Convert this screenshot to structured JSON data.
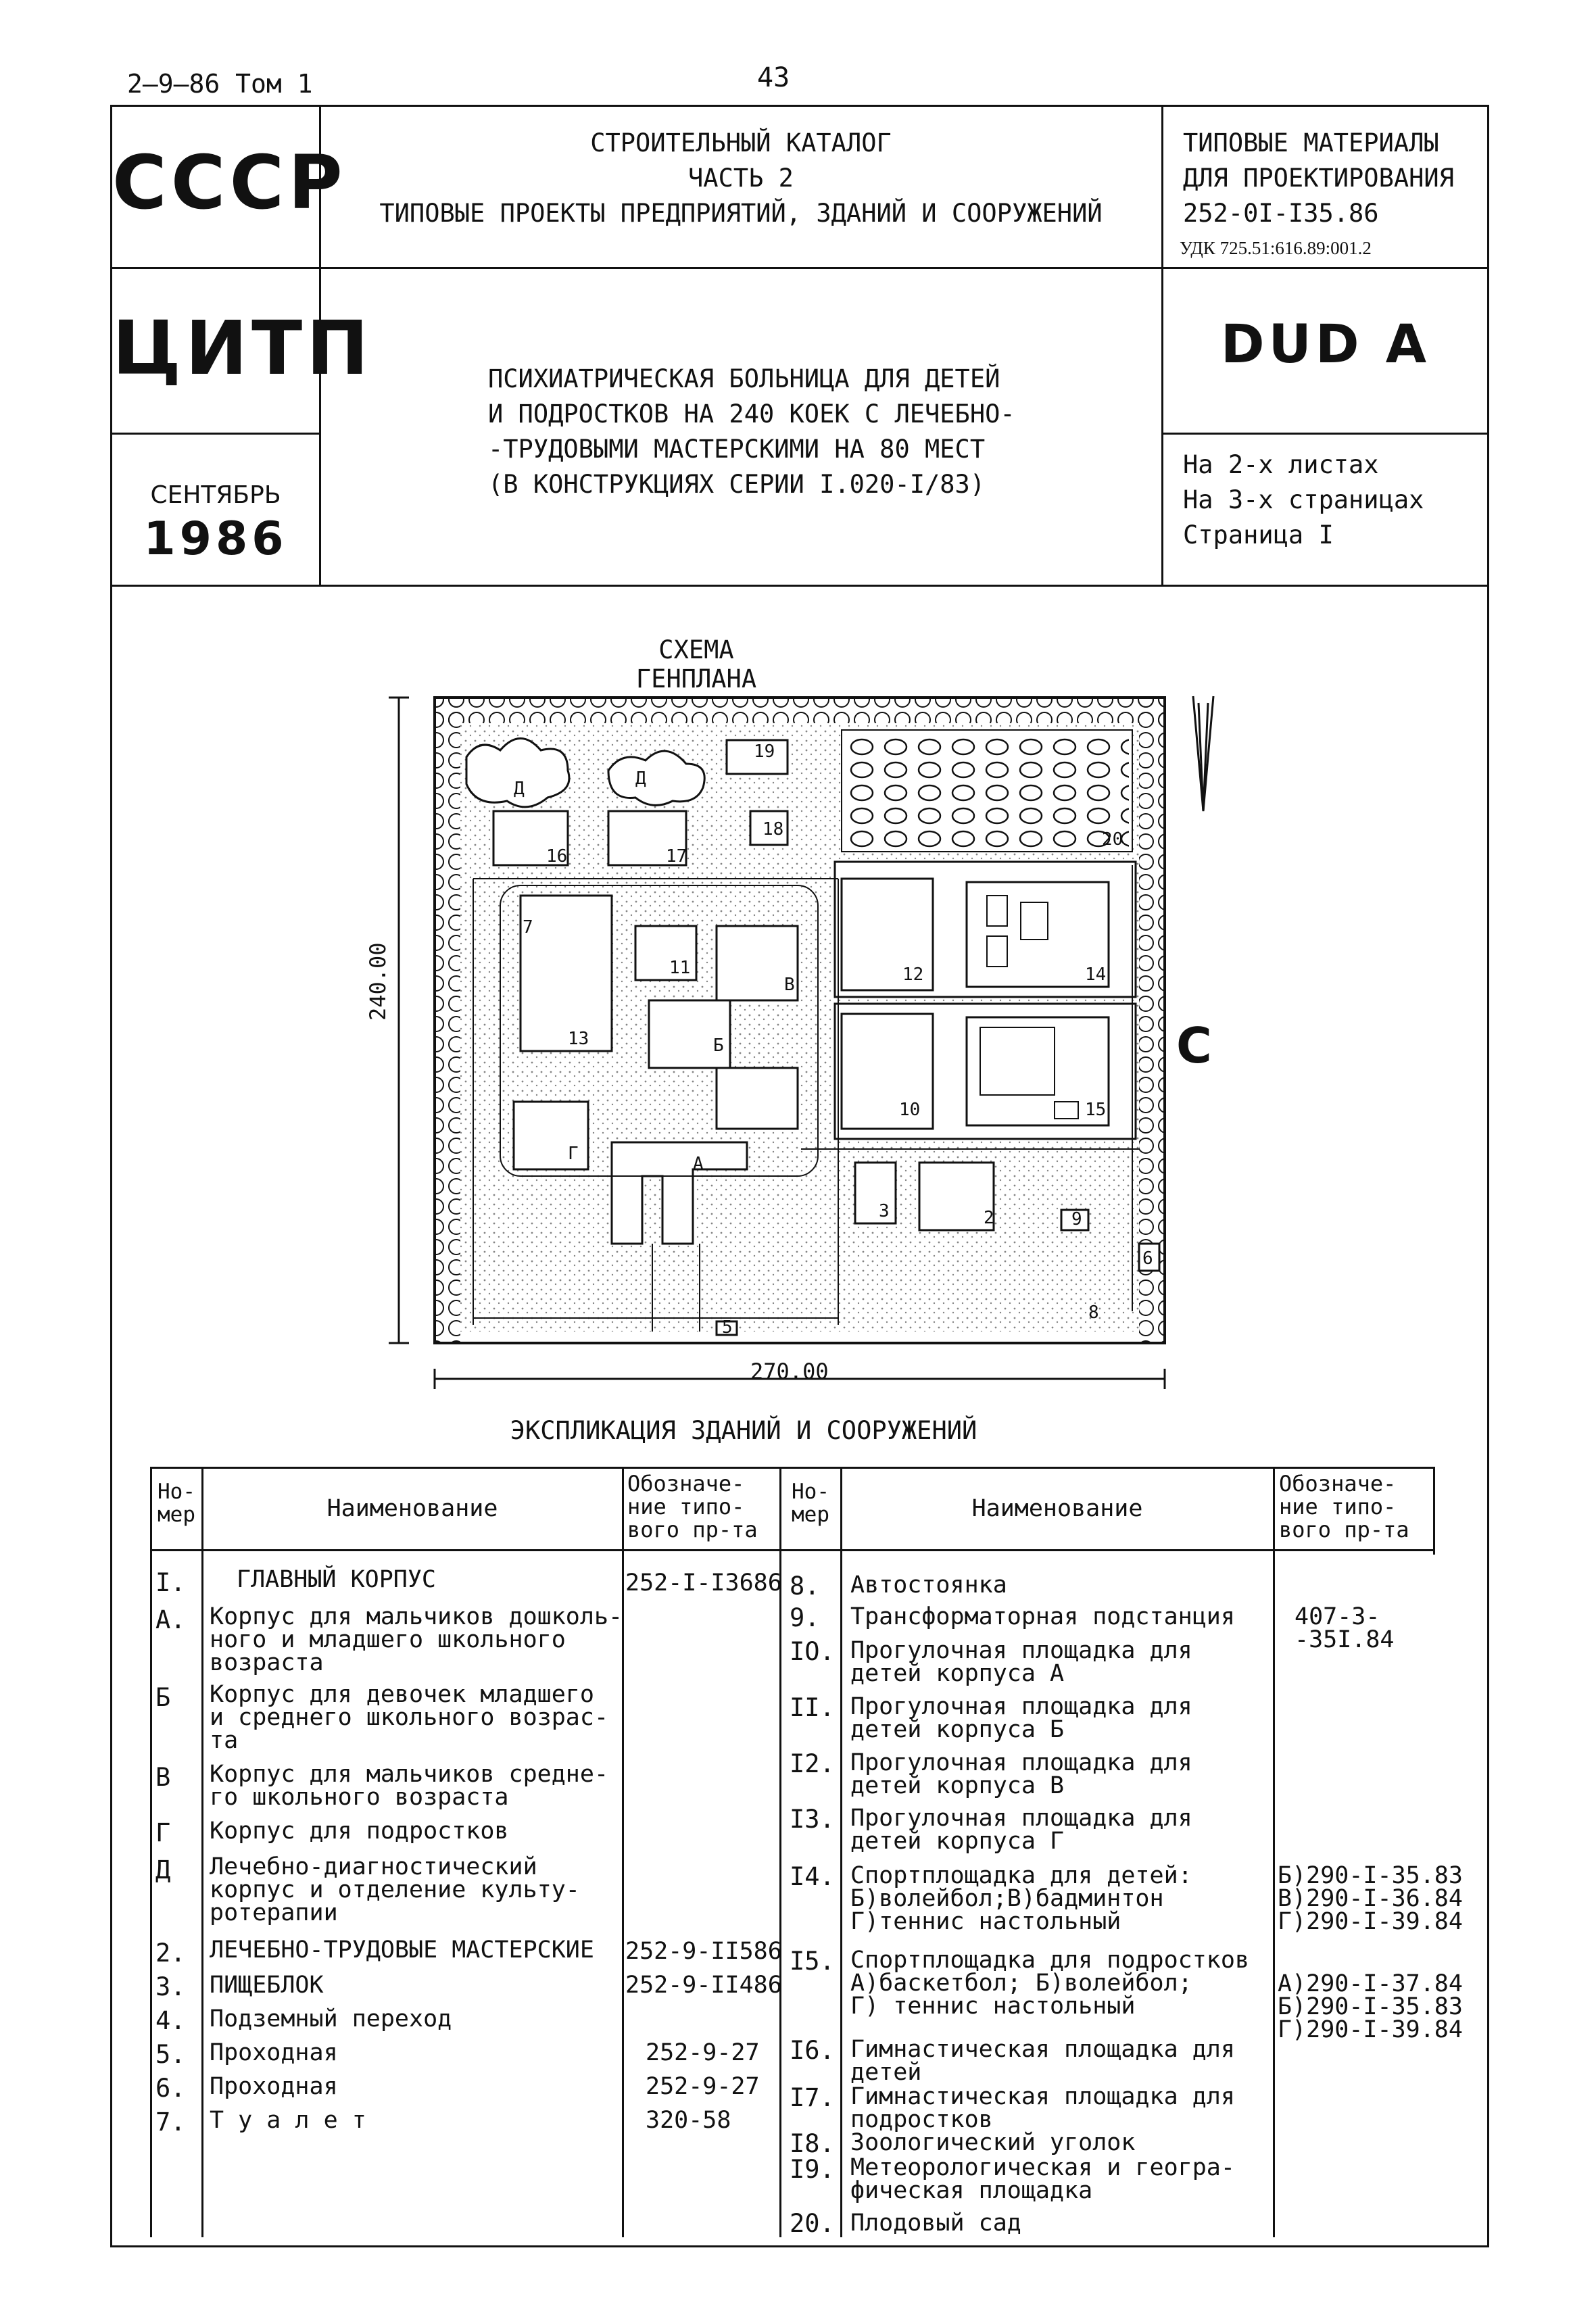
{
  "top": {
    "ref": "2–9–86 Том 1",
    "page_number": "43"
  },
  "header": {
    "country": "СССР",
    "org": "ЦИТП",
    "month": "СЕНТЯБРЬ",
    "year": "1986",
    "catalog_lines": [
      "СТРОИТЕЛЬНЫЙ КАТАЛОГ",
      "ЧАСТЬ 2",
      "ТИПОВЫЕ ПРОЕКТЫ ПРЕДПРИЯТИЙ, ЗДАНИЙ И СООРУЖЕНИЙ"
    ],
    "materials_lines": [
      "ТИПОВЫЕ МАТЕРИАЛЫ",
      "ДЛЯ ПРОЕКТИРОВАНИЯ",
      "252-0I-I35.86"
    ],
    "udk": "УДК 725.51:616.89:001.2",
    "code": "DUD A",
    "title_lines": [
      "ПСИХИАТРИЧЕСКАЯ БОЛЬНИЦА ДЛЯ ДЕТЕЙ",
      "И ПОДРОСТКОВ НА 240 КОЕК С ЛЕЧЕБНО-",
      "-ТРУДОВЫМИ МАСТЕРСКИМИ НА 80 МЕСТ",
      "(В КОНСТРУКЦИЯХ СЕРИИ I.020-I/83)"
    ],
    "sheets_lines": [
      "На 2-х листах",
      "На 3-х страницах",
      "Страница I"
    ]
  },
  "plan": {
    "title": "СХЕМА ГЕНПЛАНА",
    "dim_height": "240.00",
    "dim_width": "270.00",
    "north_mark": "С",
    "labels": [
      "А",
      "Б",
      "В",
      "Г",
      "Д",
      "Д",
      "2",
      "3",
      "7",
      "9",
      "6",
      "5",
      "8",
      "10",
      "11",
      "12",
      "13",
      "14",
      "15",
      "16",
      "17",
      "18",
      "19",
      "20"
    ]
  },
  "legend": {
    "title": "ЭКСПЛИКАЦИЯ ЗДАНИЙ И СООРУЖЕНИЙ",
    "headers": {
      "num": "Но-\nмер",
      "name": "Наименование",
      "designation": "Обозначе-\nние типо-\nвого пр-та"
    },
    "left_rows": [
      {
        "num": "I.",
        "name": "ГЛАВНЫЙ КОРПУС",
        "designation": "252-I-I3686"
      },
      {
        "num": "А.",
        "name": "Корпус для мальчиков дошколь-\nного и младшего школьного\nвозраста",
        "designation": ""
      },
      {
        "num": "Б",
        "name": "Корпус для девочек младшего\nи среднего школьного возрас-\nта",
        "designation": ""
      },
      {
        "num": "В",
        "name": "Корпус для мальчиков средне-\nго школьного возраста",
        "designation": ""
      },
      {
        "num": "Г",
        "name": "Корпус для подростков",
        "designation": ""
      },
      {
        "num": "Д",
        "name": "Лечебно-диагностический\nкорпус и отделение культу-\nротерапии",
        "designation": ""
      },
      {
        "num": "2.",
        "name": "ЛЕЧЕБНО-ТРУДОВЫЕ МАСТЕРСКИЕ",
        "designation": "252-9-II586"
      },
      {
        "num": "3.",
        "name": "ПИЩЕБЛОК",
        "designation": "252-9-II486"
      },
      {
        "num": "4.",
        "name": "Подземный переход",
        "designation": ""
      },
      {
        "num": "5.",
        "name": "Проходная",
        "designation": "252-9-27"
      },
      {
        "num": "6.",
        "name": "Проходная",
        "designation": "252-9-27"
      },
      {
        "num": "7.",
        "name": "Т у а л е т",
        "designation": "320-58"
      }
    ],
    "right_rows": [
      {
        "num": "8.",
        "name": "Автостоянка",
        "designation": ""
      },
      {
        "num": "9.",
        "name": "Трансформаторная подстанция",
        "designation": "407-3-\n-35I.84"
      },
      {
        "num": "IO.",
        "name": "Прогулочная площадка для\nдетей корпуса А",
        "designation": ""
      },
      {
        "num": "II.",
        "name": "Прогулочная площадка для\nдетей корпуса Б",
        "designation": ""
      },
      {
        "num": "I2.",
        "name": "Прогулочная площадка для\nдетей корпуса В",
        "designation": ""
      },
      {
        "num": "I3.",
        "name": "Прогулочная площадка для\nдетей корпуса Г",
        "designation": ""
      },
      {
        "num": "I4.",
        "name": "Спортплощадка для детей:\nБ)волейбол;В)бадминтон\nГ)теннис настольный",
        "designation": "Б)290-I-35.83\nВ)290-I-36.84\nГ)290-I-39.84"
      },
      {
        "num": "I5.",
        "name": "Спортплощадка для подростков\nА)баскетбол; Б)волейбол;\nГ) теннис настольный",
        "designation": "А)290-I-37.84\nБ)290-I-35.83\nГ)290-I-39.84"
      },
      {
        "num": "I6.",
        "name": "Гимнастическая площадка для\nдетей",
        "designation": ""
      },
      {
        "num": "I7.",
        "name": "Гимнастическая площадка для\nподростков",
        "designation": ""
      },
      {
        "num": "I8.",
        "name": "Зоологический уголок",
        "designation": ""
      },
      {
        "num": "I9.",
        "name": "Метеорологическая и геогра-\nфическая площадка",
        "designation": ""
      },
      {
        "num": "20.",
        "name": "Плодовый сад",
        "designation": ""
      }
    ]
  }
}
